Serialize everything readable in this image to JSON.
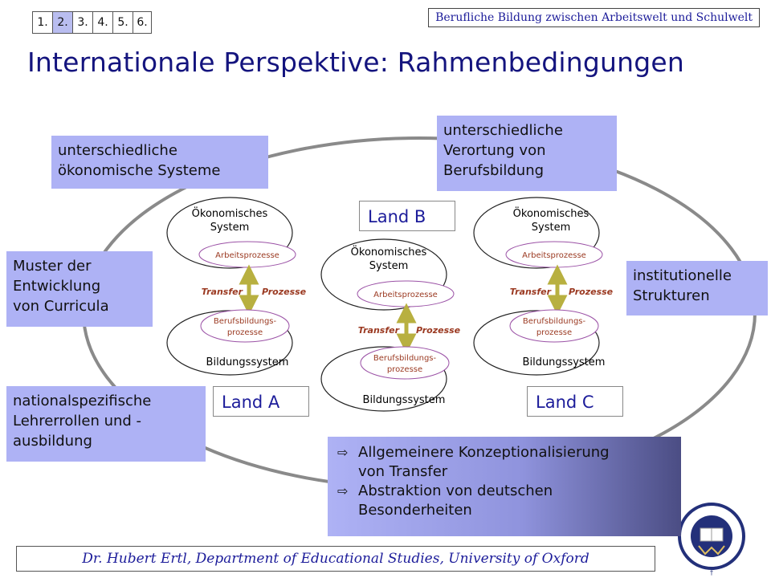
{
  "nav": [
    "1.",
    "2.",
    "3.",
    "4.",
    "5.",
    "6."
  ],
  "header_title": "Berufliche Bildung zwischen Arbeitswelt und Schulwelt",
  "main_title": "Internationale Perspektive: Rahmenbedingungen",
  "boxes": {
    "top_left": [
      "unterschiedliche",
      "ökonomische Systeme"
    ],
    "top_right": [
      "unterschiedliche",
      "Verortung von",
      "Berufsbildung"
    ],
    "mid_left": [
      "Muster der",
      "Entwicklung",
      "von Curricula"
    ],
    "mid_right": [
      "institutionelle",
      "Strukturen"
    ],
    "bottom_left": [
      "nationalspezifische",
      "Lehrerrollen und -",
      "ausbildung"
    ]
  },
  "lands": {
    "a": "Land A",
    "b": "Land B",
    "c": "Land C"
  },
  "diagram": {
    "economic_system": [
      "Ökonomisches",
      "System"
    ],
    "work_processes": "Arbeitsprozesse",
    "transfer": "Transfer",
    "processes": "Prozesse",
    "vet_processes": [
      "Berufsbildungs-",
      "prozesse"
    ],
    "education_system": "Bildungssystem"
  },
  "conclusion": [
    [
      "Allgemeinere Konzeptionalisierung",
      "von Transfer"
    ],
    [
      "Abstraktion von deutschen",
      "Besonderheiten"
    ]
  ],
  "footer": "Dr. Hubert Ertl, Department of Educational Studies, University of Oxford"
}
